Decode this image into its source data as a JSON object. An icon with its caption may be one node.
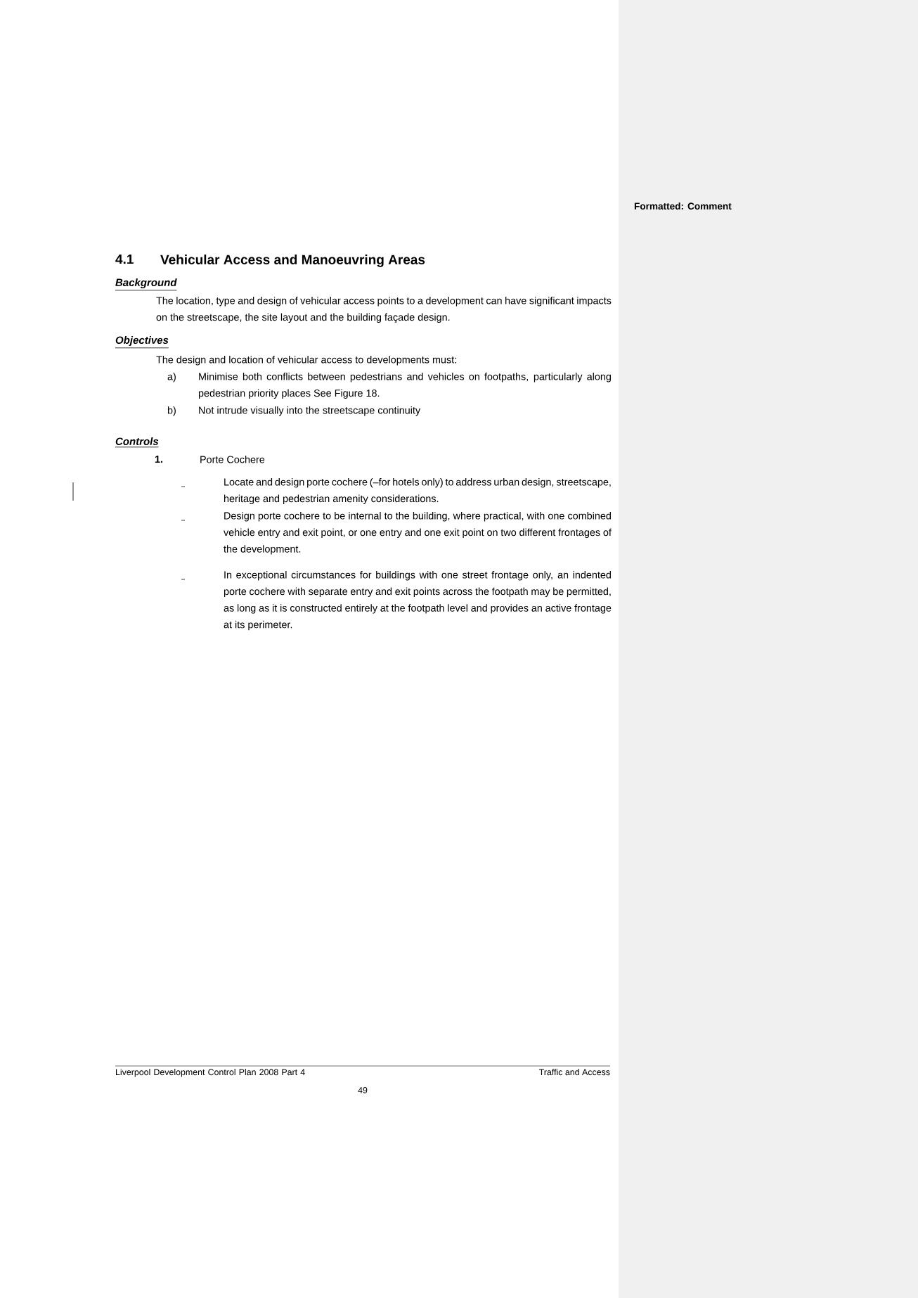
{
  "diagram": {
    "labels": [
      "4.1",
      "Vehicular Access and Manoeuvring Areas",
      "Background",
      "The location, type and design of vehicular access points to a development can have significant impacts on the streetscape, the site layout and the building façade design.",
      "Objectives",
      "The design and location of vehicular access to developments must:",
      "a)",
      "Minimise both conflicts between pedestrians and vehicles on footpaths, particularly along pedestrian priority places See Figure 18.",
      "b)",
      "Not intrude visually into the streetscape continuity",
      "Controls",
      "1.",
      "Porte Cochere",
      "Locate and design porte cochere (–for hotels only) to address urban design, streetscape, heritage and pedestrian amenity considerations.",
      "Design porte cochere to be internal to the building, where practical, with one combined vehicle entry and exit point, or one entry and one exit point on two different frontages of the development.",
      "In exceptional circumstances for buildings with one street frontage only, an indented porte cochere with separate entry and exit points across the footpath may be permitted, as long as it is constructed entirely at the footpath level and provides an active frontage at its perimeter.",
      "Liverpool Development Control Plan 2008 Part 4",
      "Traffic and Access",
      "49",
      "Formatted: Comment"
    ]
  }
}
